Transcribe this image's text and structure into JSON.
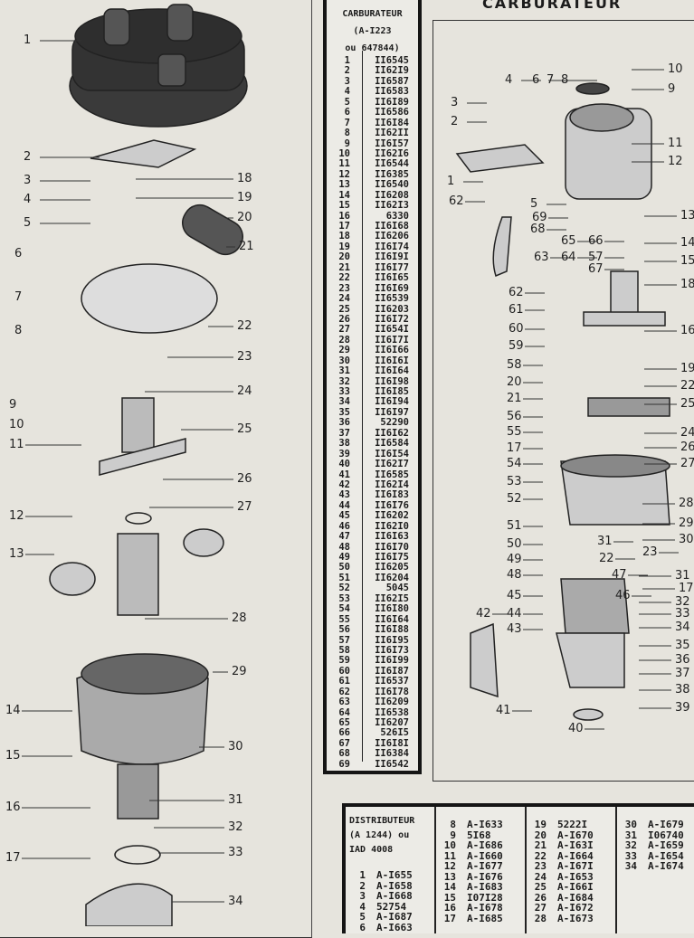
{
  "page_title": "CARBURATEUR",
  "carburetor_table": {
    "header": [
      "CARBURATEUR",
      "(A-I223",
      "ou 647844)"
    ],
    "rows": [
      [
        "1",
        "II6545"
      ],
      [
        "2",
        "II62I9"
      ],
      [
        "3",
        "II6587"
      ],
      [
        "4",
        "II6583"
      ],
      [
        "5",
        "II6I89"
      ],
      [
        "6",
        "II6586"
      ],
      [
        "7",
        "II6I84"
      ],
      [
        "8",
        "II62II"
      ],
      [
        "9",
        "II6I57"
      ],
      [
        "10",
        "II62I6"
      ],
      [
        "11",
        "II6544"
      ],
      [
        "12",
        "II6385"
      ],
      [
        "13",
        "II6540"
      ],
      [
        "14",
        "II6208"
      ],
      [
        "15",
        "II62I3"
      ],
      [
        "16",
        "6330"
      ],
      [
        "17",
        "II6I68"
      ],
      [
        "18",
        "II6206"
      ],
      [
        "19",
        "II6I74"
      ],
      [
        "20",
        "II6I9I"
      ],
      [
        "21",
        "II6I77"
      ],
      [
        "22",
        "II6I65"
      ],
      [
        "23",
        "II6I69"
      ],
      [
        "24",
        "II6539"
      ],
      [
        "25",
        "II6203"
      ],
      [
        "26",
        "II6I72"
      ],
      [
        "27",
        "II654I"
      ],
      [
        "28",
        "II6I7I"
      ],
      [
        "29",
        "II6I66"
      ],
      [
        "30",
        "II6I6I"
      ],
      [
        "31",
        "II6I64"
      ],
      [
        "32",
        "II6I98"
      ],
      [
        "33",
        "II6I85"
      ],
      [
        "34",
        "II6I94"
      ],
      [
        "35",
        "II6I97"
      ],
      [
        "36",
        "52290"
      ],
      [
        "37",
        "II6I62"
      ],
      [
        "38",
        "II6584"
      ],
      [
        "39",
        "II6I54"
      ],
      [
        "40",
        "II62I7"
      ],
      [
        "41",
        "II6585"
      ],
      [
        "42",
        "II62I4"
      ],
      [
        "43",
        "II6I83"
      ],
      [
        "44",
        "II6I76"
      ],
      [
        "45",
        "II6202"
      ],
      [
        "46",
        "II62I0"
      ],
      [
        "47",
        "II6I63"
      ],
      [
        "48",
        "II6I70"
      ],
      [
        "49",
        "II6I75"
      ],
      [
        "50",
        "II6205"
      ],
      [
        "51",
        "II6204"
      ],
      [
        "52",
        "5045"
      ],
      [
        "53",
        "II62I5"
      ],
      [
        "54",
        "II6I80"
      ],
      [
        "55",
        "II6I64"
      ],
      [
        "56",
        "II6I88"
      ],
      [
        "57",
        "II6I95"
      ],
      [
        "58",
        "II6I73"
      ],
      [
        "59",
        "II6I99"
      ],
      [
        "60",
        "II6I87"
      ],
      [
        "61",
        "II6537"
      ],
      [
        "62",
        "II6I78"
      ],
      [
        "63",
        "II6209"
      ],
      [
        "64",
        "II6538"
      ],
      [
        "65",
        "II6207"
      ],
      [
        "66",
        "526I5"
      ],
      [
        "67",
        "II6I8I"
      ],
      [
        "68",
        "II6384"
      ],
      [
        "69",
        "II6542"
      ]
    ]
  },
  "distributor_table": {
    "header": [
      "DISTRIBUTEUR",
      "(A 1244) ou",
      "IAD 4008"
    ],
    "columns": [
      [
        [
          "1",
          "A-I655"
        ],
        [
          "2",
          "A-I658"
        ],
        [
          "3",
          "A-I668"
        ],
        [
          "4",
          "52754"
        ],
        [
          "5",
          "A-I687"
        ],
        [
          "6",
          "A-I663"
        ]
      ],
      [
        [
          "8",
          "A-I633"
        ],
        [
          "9",
          "5I68"
        ],
        [
          "10",
          "A-I686"
        ],
        [
          "11",
          "A-I660"
        ],
        [
          "12",
          "A-I677"
        ],
        [
          "13",
          "A-I676"
        ],
        [
          "14",
          "A-I683"
        ],
        [
          "15",
          "I07I28"
        ],
        [
          "16",
          "A-I678"
        ],
        [
          "17",
          "A-I685"
        ]
      ],
      [
        [
          "19",
          "5222I"
        ],
        [
          "20",
          "A-I670"
        ],
        [
          "21",
          "A-I63I"
        ],
        [
          "22",
          "A-I664"
        ],
        [
          "23",
          "A-I67I"
        ],
        [
          "24",
          "A-I653"
        ],
        [
          "25",
          "A-I66I"
        ],
        [
          "26",
          "A-I684"
        ],
        [
          "27",
          "A-I672"
        ],
        [
          "28",
          "A-I673"
        ]
      ],
      [
        [
          "30",
          "A-I679"
        ],
        [
          "31",
          "I06740"
        ],
        [
          "32",
          "A-I659"
        ],
        [
          "33",
          "A-I654"
        ],
        [
          "34",
          "A-I674"
        ]
      ]
    ]
  },
  "distributor_callouts": [
    "1",
    "2",
    "3",
    "4",
    "5",
    "6",
    "7",
    "8",
    "9",
    "10",
    "11",
    "12",
    "13",
    "14",
    "15",
    "16",
    "17",
    "18",
    "19",
    "20",
    "21",
    "22",
    "23",
    "24",
    "25",
    "26",
    "27",
    "28",
    "29",
    "30",
    "31",
    "32",
    "33",
    "34"
  ],
  "carburetor_callouts": [
    "10",
    "9",
    "11",
    "12",
    "13",
    "14",
    "15",
    "18",
    "16",
    "19",
    "22",
    "25",
    "24",
    "26",
    "27",
    "28",
    "29",
    "30",
    "31",
    "17",
    "32",
    "33",
    "34",
    "35",
    "36",
    "37",
    "38",
    "39",
    "4",
    "6",
    "7",
    "8",
    "3",
    "2",
    "1",
    "62",
    "5",
    "69",
    "68",
    "65",
    "66",
    "57",
    "67",
    "63",
    "64",
    "62",
    "61",
    "60",
    "59",
    "58",
    "20",
    "21",
    "56",
    "55",
    "17",
    "54",
    "53",
    "52",
    "51",
    "50",
    "49",
    "48",
    "45",
    "44",
    "43",
    "42",
    "41",
    "40",
    "46",
    "47",
    "31",
    "22",
    "23"
  ]
}
